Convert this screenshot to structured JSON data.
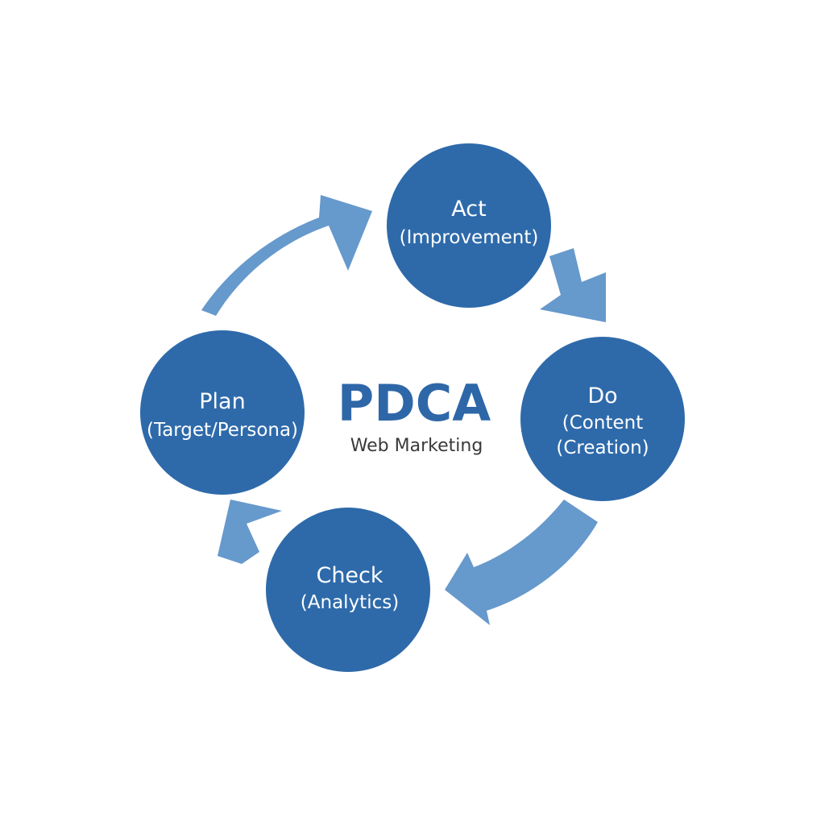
{
  "colors": {
    "node_fill": "#2e6aaa",
    "arrow_fill": "#6699cc",
    "title_color": "#2e67a8",
    "subtitle_color": "#3a3a3a",
    "background": "#ffffff"
  },
  "center": {
    "title": "PDCA",
    "subtitle": "Web Marketing"
  },
  "nodes": {
    "act": {
      "title": "Act",
      "sub1": "(Improvement)"
    },
    "do": {
      "title": "Do",
      "sub1": "(Content",
      "sub2": "(Creation)"
    },
    "check": {
      "title": "Check",
      "sub1": "(Analytics)"
    },
    "plan": {
      "title": "Plan",
      "sub1": "(Target/Persona)"
    }
  },
  "arrows": [
    "arrow-plan-to-act",
    "arrow-act-to-do",
    "arrow-do-to-check",
    "arrow-check-to-plan"
  ]
}
